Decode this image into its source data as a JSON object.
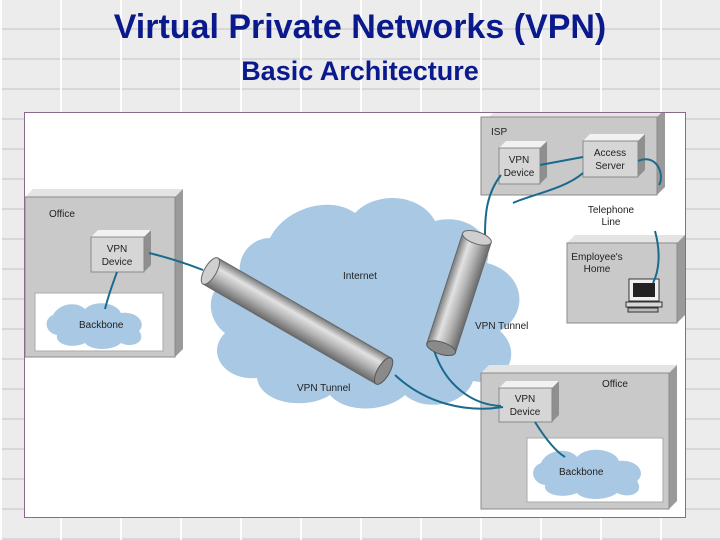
{
  "slide": {
    "title": "Virtual Private Networks (VPN)",
    "subtitle": "Basic Architecture"
  },
  "diagram": {
    "internet": "Internet",
    "isp": {
      "label": "ISP",
      "vpn_device": [
        "VPN",
        "Device"
      ],
      "access_server": [
        "Access",
        "Server"
      ]
    },
    "telephone_line": [
      "Telephone",
      "Line"
    ],
    "employee_home": [
      "Employee's",
      "Home"
    ],
    "office_left": {
      "label": "Office",
      "vpn_device": [
        "VPN",
        "Device"
      ],
      "backbone": "Backbone"
    },
    "office_right": {
      "label": "Office",
      "vpn_device": [
        "VPN",
        "Device"
      ],
      "backbone": "Backbone"
    },
    "tunnel_left": "VPN Tunnel",
    "tunnel_right": "VPN Tunnel"
  },
  "colors": {
    "title": "#0a1a8c",
    "cloud": "#a9c8e3",
    "box": "#c9c9c9",
    "link": "#1a6a8e"
  }
}
